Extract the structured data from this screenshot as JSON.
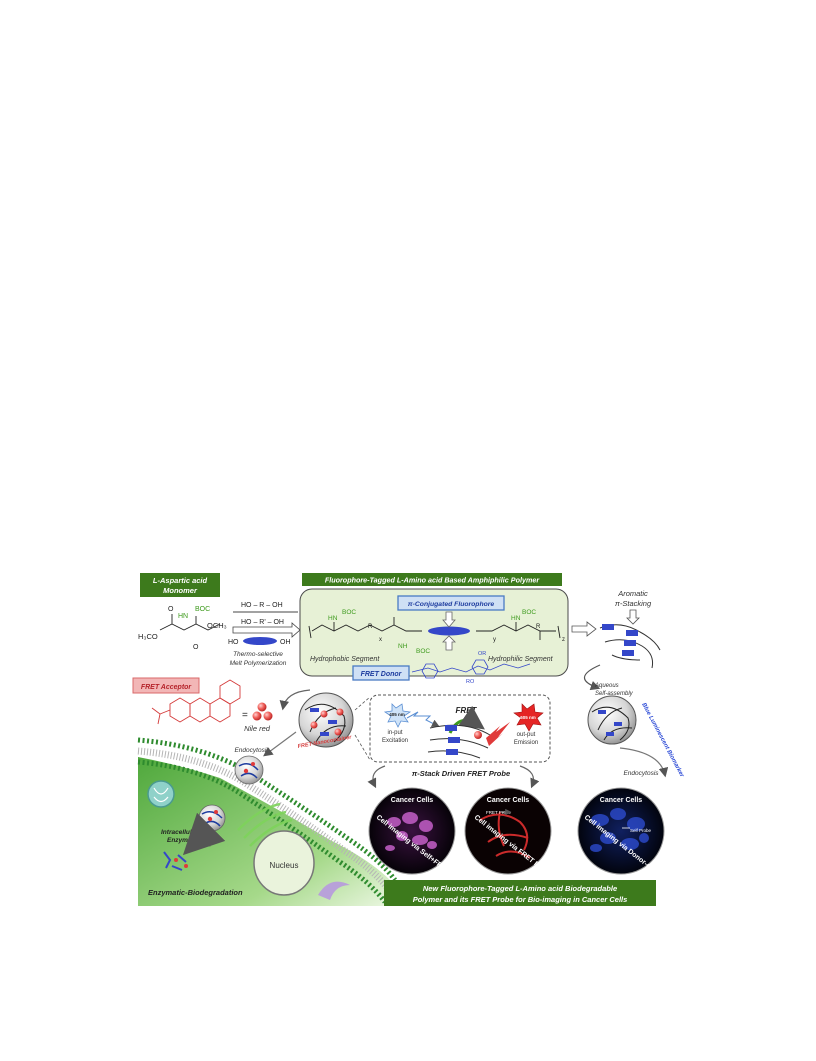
{
  "boxes": {
    "monomer_title_1": "L-Aspartic acid",
    "monomer_title_2": "Monomer",
    "polymer_title": "Fluorophore-Tagged L-Amino acid Based Amphiphilic Polymer",
    "pi_fluorophore": "π-Conjugated Fluorophore",
    "fret_donor": "FRET Donor",
    "fret_acceptor": "FRET Acceptor",
    "conclusion_line1": "New Fluorophore-Tagged L-Amino acid Biodegradable",
    "conclusion_line2": "Polymer and its FRET Probe for Bio-imaging in Cancer Cells"
  },
  "chemistry": {
    "boc": "BOC",
    "hn": "HN",
    "nh": "NH",
    "h3co": "H₃CO",
    "och3": "OCH₃",
    "o": "O",
    "r": "R",
    "diol1": "HO – R – OH",
    "diol2": "HO – R' – OH",
    "ho": "HO",
    "oh": "OH",
    "x": "x",
    "y": "y",
    "z": "z",
    "or": "OR",
    "ro": "RO",
    "polymerization_1": "Thermo-selective",
    "polymerization_2": "Melt Polymerization",
    "hydrophobic": "Hydrophobic Segment",
    "hydrophilic": "Hydrophilic  Segment",
    "nile_red": "Nile red",
    "equals": "="
  },
  "labels": {
    "aromatic_1": "Aromatic",
    "aromatic_2": "π-Stacking",
    "aqueous_1": "Aqueous",
    "aqueous_2": "Self-assembly",
    "blue_biomarker": "Blue Luminescent Biomarker",
    "fret_nanocontainer": "FRET-Nanocontainer",
    "endocytosis_left": "Endocytosis",
    "endocytosis_right": "Endocytosis",
    "fret": "FRET",
    "nm405": "405 nm",
    "nm605": "605 nm",
    "input_1": "in-put",
    "input_2": "Excitation",
    "output_1": "out-put",
    "output_2": "Emission",
    "pi_stack_probe": "π-Stack Driven FRET Probe",
    "intracellular_1": "Intracellular",
    "intracellular_2": "Enzymes",
    "enzymatic": "Enzymatic-Biodegradation",
    "nucleus": "Nucleus"
  },
  "images": [
    {
      "title": "Cancer Cells",
      "caption": "Cell imaging via Self+FRET",
      "tag": ""
    },
    {
      "title": "Cancer Cells",
      "caption": "Cell imaging via FRET Probes",
      "tag": "FRET Probe"
    },
    {
      "title": "Cancer Cells",
      "caption": "Cell imaging via Donor-emission",
      "tag": "Self Probe"
    }
  ],
  "colors": {
    "green_box": "#3d7a1c",
    "membrane_green": "#2e8b2e",
    "blue_block": "#3447c9",
    "nile_red": "#e03a3a",
    "pink_box": "#f2b6b6"
  }
}
